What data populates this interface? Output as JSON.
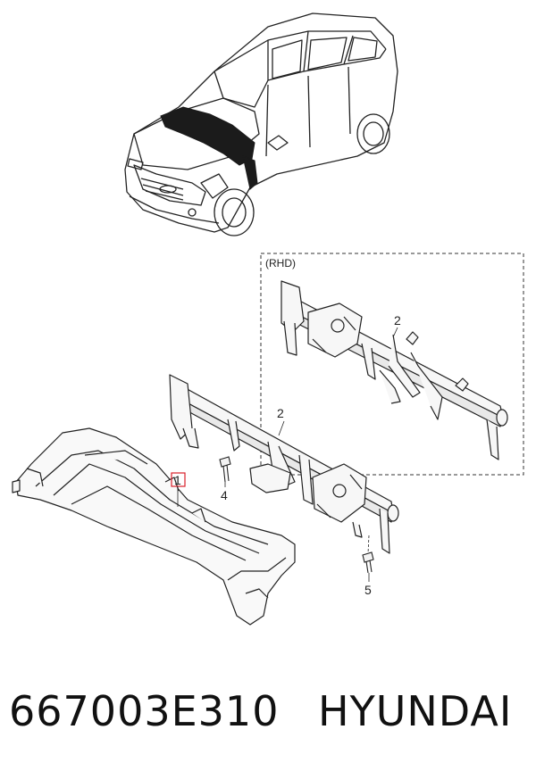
{
  "diagram": {
    "variant_label": "(RHD)",
    "callouts": {
      "one": "1",
      "two_rhd": "2",
      "two_main": "2",
      "four": "4",
      "five": "5"
    },
    "highlight_color": "#d9202a"
  },
  "caption": {
    "part_number": "667003E310",
    "brand": "HYUNDAI"
  }
}
